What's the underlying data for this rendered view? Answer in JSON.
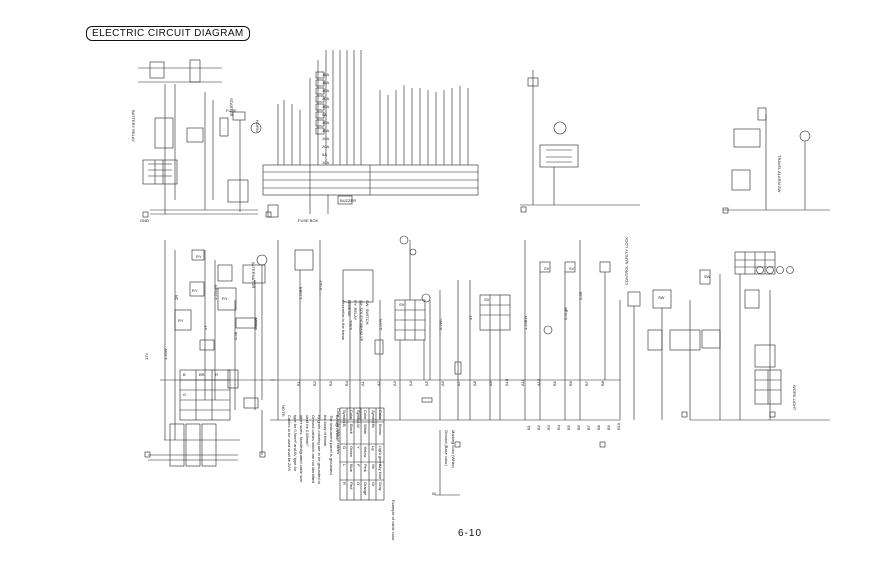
{
  "diagram": {
    "title": "ELECTRIC CIRCUIT DIAGRAM",
    "page_number": "6-10",
    "labels": {
      "alternator": "ALTERNATOR",
      "battery_relay": "BATTERY RELAY",
      "starter": "STARTER",
      "travel_alarm": "TRAVEL ALARM SW",
      "buzzer": "BUZZER",
      "work_light": "WORK LIGHT",
      "fuse": "FUSE",
      "fuse_box": "FUSE BOX",
      "safety_lock": "CONTROL SAFETY LOCK",
      "horn": "HORN",
      "sw_b": "B",
      "sw_br": "BR",
      "sw_r": "R",
      "sw_g": "G",
      "gnd": "GND",
      "v12": "12V"
    },
    "notes": {
      "heading": "NOTE:",
      "lines": [
        "Cables to be used shall be AVS",
        "type for 0.5mm² and AV type for",
        "other sizes. Nondesignated cable size",
        "shall be 0.85mm².",
        "Ground cables which are not identified",
        "by grain-coloring are to be grounded to",
        "the body of frame.",
        "The instrument panel is grounded",
        "through a bolt.",
        "Assemble to the frame.",
        "LEGEND",
        "RY: RELAY",
        "SV: SOLENOID VALVE",
        "SW: SWITCH"
      ]
    },
    "color_code_table": {
      "caption": "Color code table of cables",
      "headers": [
        "Symbol",
        "Color",
        "Symbol",
        "Color",
        "Symbol",
        "Color"
      ],
      "rows": [
        [
          "B",
          "Black",
          "W",
          "White",
          "Br",
          "Brown"
        ],
        [
          "G",
          "Green",
          "Y",
          "Yellow",
          "Lg",
          "Light green"
        ],
        [
          "L",
          "Blue",
          "P",
          "Pink",
          "Sb",
          "Sky blue"
        ],
        [
          "R",
          "Red",
          "O",
          "Orange",
          "Gr",
          "Gray"
        ]
      ]
    },
    "cable_example": {
      "caption": "Example of cable color",
      "stripe_label": "Ground (Base color)",
      "sample": "W",
      "marking_label": "Marking color (White)"
    },
    "wire_codes": [
      "1.25W",
      "2R",
      "5Y",
      "1.25LgR",
      "0.5B",
      "0.5GW",
      "1.25BR",
      "0.5LY",
      "0.85L",
      "2Y",
      "0.5YR",
      "0.5WL",
      "3Y",
      "1.25BW",
      "0.5LgB",
      "0.5R"
    ],
    "connector_ids": [
      "B1",
      "B2",
      "B3",
      "B4",
      "A1",
      "A2",
      "A3",
      "A4",
      "A5",
      "A6",
      "A7",
      "A8",
      "A9",
      "A10",
      "A11",
      "A12",
      "B5",
      "B6",
      "B7",
      "B8"
    ],
    "relay_labels": [
      "RY",
      "RY",
      "RY",
      "RY",
      "SV",
      "SV",
      "SV",
      "SV",
      "SW",
      "SW"
    ],
    "bottom_bus_labels": [
      "B1",
      "B2",
      "B3",
      "B4",
      "B5",
      "B6",
      "B7",
      "B8",
      "B9",
      "B10"
    ],
    "fuse_list": [
      "15A",
      "15A",
      "10A",
      "20A",
      "10A",
      "5A",
      "10A",
      "15A",
      "10A",
      "20A",
      "5A",
      "10A"
    ]
  }
}
